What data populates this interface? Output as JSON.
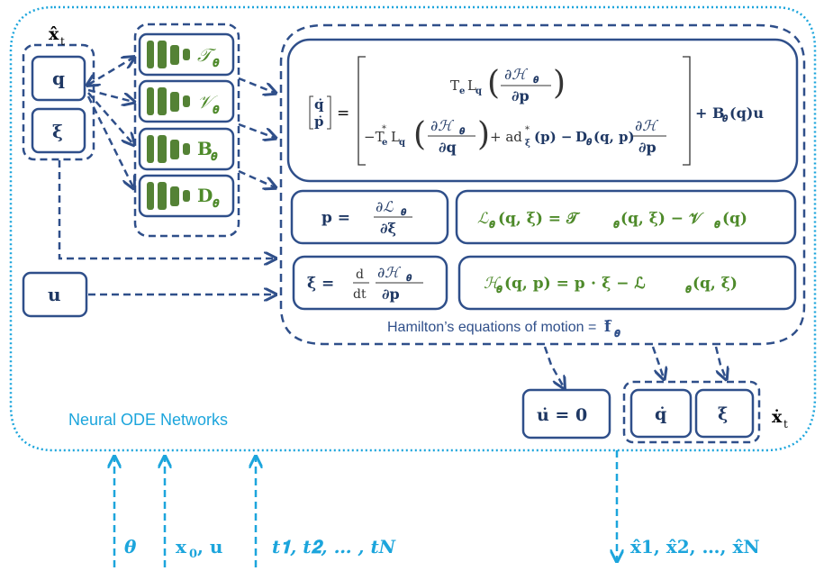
{
  "colors": {
    "navy": "#2f4f8a",
    "dark_navy": "#1f3864",
    "light_blue": "#1ca5dc",
    "green": "#548235",
    "green_text": "#4e8a2a"
  },
  "state_label": "x̂",
  "state_subscript": "t",
  "state_dot_label": "ẋ",
  "state_dot_subscript": "t",
  "q": "𝐪",
  "xi": "𝛏",
  "u": "𝐮",
  "networks": {
    "T": "𝒯",
    "V": "𝒱",
    "B": "𝐁",
    "D": "𝐃",
    "theta": "𝜽"
  },
  "equations": {
    "qdot": "𝐪̇",
    "pdot": "𝐩̇",
    "eq": "=",
    "T_e_L_q": "T",
    "sub_e": "𝐞",
    "L": "L",
    "sub_q": "𝐪",
    "dH": "∂ℋ",
    "dp": "∂𝐩",
    "dq": "∂𝐪",
    "row2_prefix": "−T",
    "star": "*",
    "plus_ad": "+ ad",
    "ad_arg": "(𝐩) −",
    "D_term": "𝐃",
    "D_args": "(𝐪, 𝐩)",
    "dH_plain": "∂ℋ",
    "plus_B": "+ 𝐁",
    "B_args": "(𝐪)𝐮",
    "p_def_lhs": "𝐩 =",
    "dL": "∂ℒ",
    "dxi": "∂𝛏",
    "L_def": "ℒ",
    "L_def_rest": "(𝐪, 𝛏) = 𝒯",
    "L_def_rest2": "(𝐪, 𝛏) − 𝒱",
    "L_def_rest3": "(𝐪)",
    "xidot_lhs": "𝛏̇ =",
    "d": "d",
    "dt": "dt",
    "H_def": "ℋ",
    "H_def_rest": "(𝐪, 𝐩) = 𝐩 ⋅ 𝛏 − ℒ",
    "H_def_rest2": "(𝐪, 𝛏)"
  },
  "hamilton_caption": "Hamilton’s equations of motion = ",
  "f_bar": "𝐟̄",
  "udot": "𝐮̇ = 𝟎",
  "qdot_out": "𝐪̇",
  "xidot_out": "𝛏̇",
  "node_title": "Neural ODE Networks",
  "inputs": {
    "theta": "𝜽",
    "x0u": "𝐱",
    "x0u_sub": "𝟎",
    "x0u_rest": ", 𝐮",
    "times": "𝒕",
    "times_full": "𝒕𝟏, 𝒕𝟐, … , 𝒕𝑵"
  },
  "outputs": "𝐱̂𝟏, 𝐱̂𝟐, …, 𝐱̂𝐍"
}
